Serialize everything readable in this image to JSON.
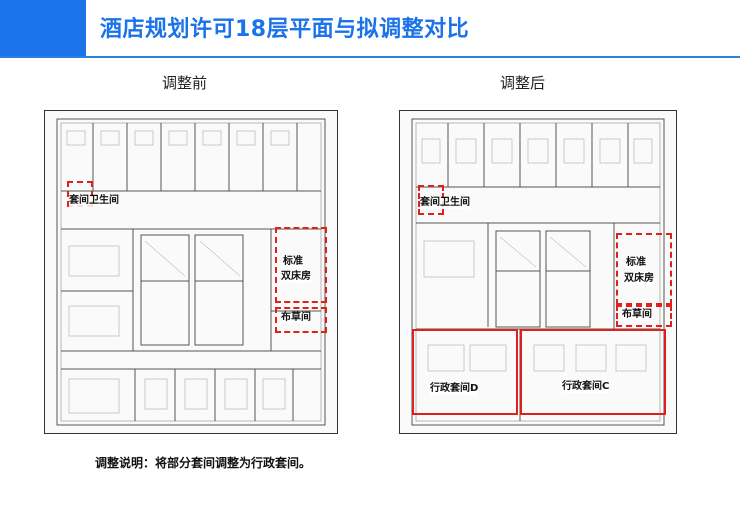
{
  "header": {
    "title": "酒店规划许可18层平面与拟调整对比",
    "accent_color": "#1a73e8"
  },
  "before": {
    "label": "调整前",
    "rooms": {
      "suite_bath": "套间卫生间",
      "standard_line1": "标准",
      "standard_line2": "双床房",
      "linen": "布草间"
    }
  },
  "after": {
    "label": "调整后",
    "rooms": {
      "suite_bath": "套间卫生间",
      "standard_line1": "标准",
      "standard_line2": "双床房",
      "linen": "布草间",
      "exec_d": "行政套间D",
      "exec_c": "行政套间C"
    }
  },
  "note": "调整说明：将部分套间调整为行政套间。",
  "colors": {
    "highlight": "#e0201c",
    "drawing": "#555555"
  }
}
